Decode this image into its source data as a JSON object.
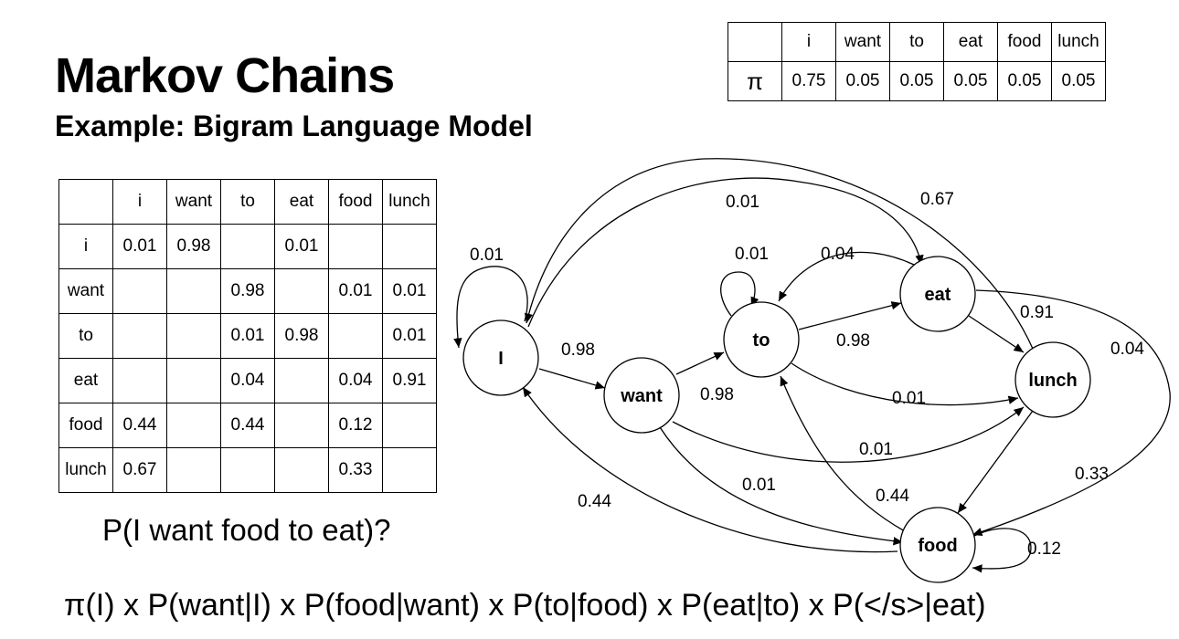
{
  "title": "Markov Chains",
  "subtitle": "Example: Bigram Language Model",
  "initial_table": {
    "row_label": "π",
    "columns": [
      "i",
      "want",
      "to",
      "eat",
      "food",
      "lunch"
    ],
    "values": [
      "0.75",
      "0.05",
      "0.05",
      "0.05",
      "0.05",
      "0.05"
    ]
  },
  "transition_table": {
    "columns": [
      "i",
      "want",
      "to",
      "eat",
      "food",
      "lunch"
    ],
    "rows": [
      {
        "label": "i",
        "cells": [
          "0.01",
          "0.98",
          "",
          "0.01",
          "",
          ""
        ]
      },
      {
        "label": "want",
        "cells": [
          "",
          "",
          "0.98",
          "",
          "0.01",
          "0.01"
        ]
      },
      {
        "label": "to",
        "cells": [
          "",
          "",
          "0.01",
          "0.98",
          "",
          "0.01"
        ]
      },
      {
        "label": "eat",
        "cells": [
          "",
          "",
          "0.04",
          "",
          "0.04",
          "0.91"
        ]
      },
      {
        "label": "food",
        "cells": [
          "0.44",
          "",
          "0.44",
          "",
          "0.12",
          ""
        ]
      },
      {
        "label": "lunch",
        "cells": [
          "0.67",
          "",
          "",
          "",
          "0.33",
          ""
        ]
      }
    ]
  },
  "graph": {
    "nodes": {
      "I": "I",
      "want": "want",
      "to": "to",
      "eat": "eat",
      "lunch": "lunch",
      "food": "food"
    },
    "edges": [
      {
        "from": "I",
        "to": "I",
        "label": "0.01"
      },
      {
        "from": "I",
        "to": "want",
        "label": "0.98"
      },
      {
        "from": "I",
        "to": "eat",
        "label": "0.01"
      },
      {
        "from": "want",
        "to": "to",
        "label": "0.98"
      },
      {
        "from": "want",
        "to": "food",
        "label": "0.01"
      },
      {
        "from": "want",
        "to": "lunch",
        "label": "0.01"
      },
      {
        "from": "to",
        "to": "to",
        "label": "0.01"
      },
      {
        "from": "to",
        "to": "eat",
        "label": "0.98"
      },
      {
        "from": "to",
        "to": "lunch",
        "label": "0.01"
      },
      {
        "from": "eat",
        "to": "to",
        "label": "0.04"
      },
      {
        "from": "eat",
        "to": "lunch",
        "label": "0.91"
      },
      {
        "from": "eat",
        "to": "food",
        "label": "0.04"
      },
      {
        "from": "lunch",
        "to": "I",
        "label": "0.67"
      },
      {
        "from": "lunch",
        "to": "food",
        "label": "0.33"
      },
      {
        "from": "food",
        "to": "I",
        "label": "0.44"
      },
      {
        "from": "food",
        "to": "to",
        "label": "0.44"
      },
      {
        "from": "food",
        "to": "food",
        "label": "0.12"
      }
    ]
  },
  "question": "P(I want food to eat)?",
  "formula": "π(I) x P(want|I) x P(food|want) x P(to|food) x P(eat|to) x P(</s>|eat)"
}
